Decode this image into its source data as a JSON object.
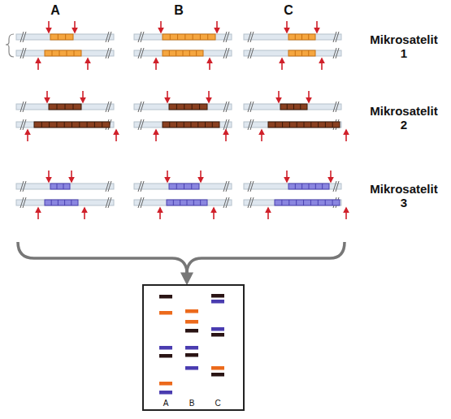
{
  "diagram": {
    "labels": [
      "A",
      "B",
      "C",
      "Mikrosatelit 1",
      "Mikrosatelit 2",
      "Mikrosatelit 3",
      "A",
      "B",
      "C"
    ]
  }
}
